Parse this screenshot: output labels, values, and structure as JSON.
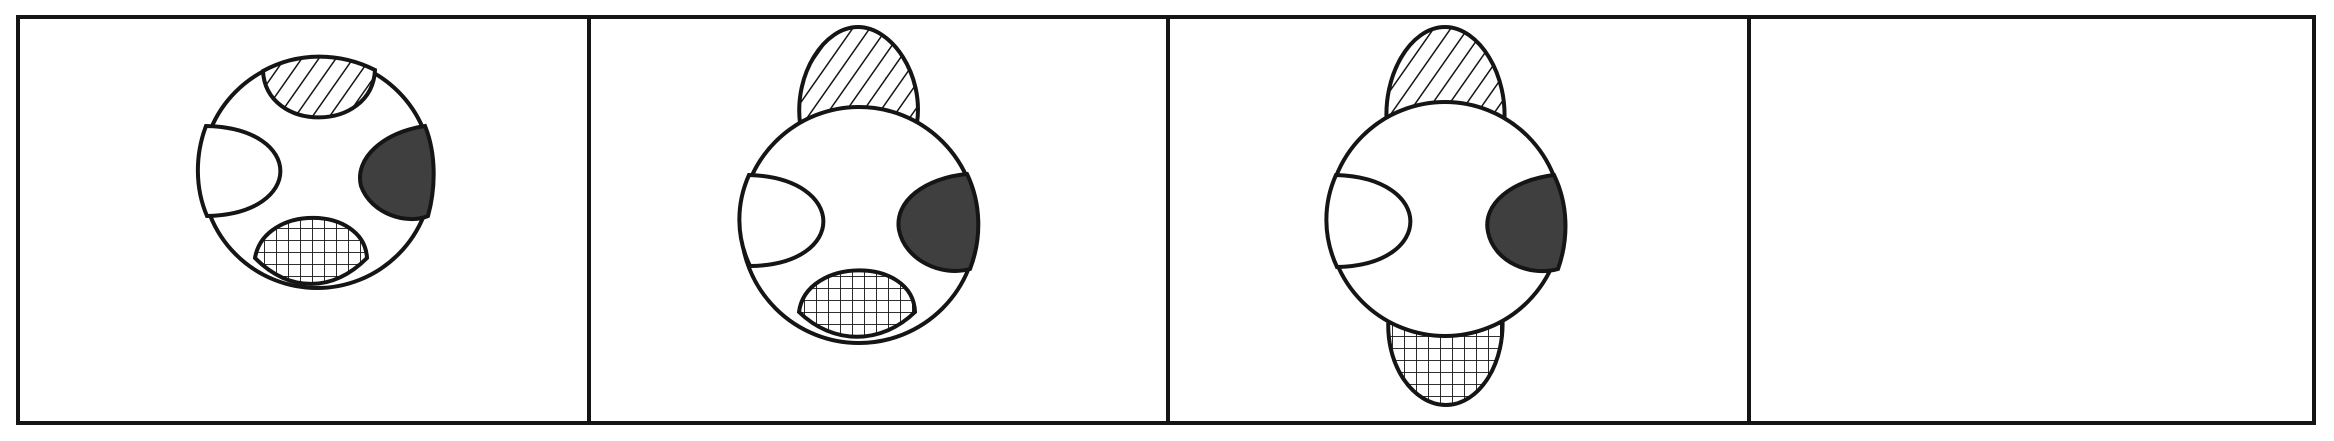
{
  "puzzle": {
    "panel_count": 4,
    "answer_panel": "blank",
    "colors": {
      "line": "#151515",
      "background": "#ffffff",
      "solid_fill": "#3f3f3f"
    },
    "patterns": {
      "hatch": "diagonal-hatch",
      "grid": "crosshatch-grid",
      "solid": "solid-dark",
      "blank": "white"
    },
    "panels": [
      {
        "label": "",
        "shapes": [
          "circle-icon",
          "top-hatched-segment-icon",
          "left-white-segment-icon",
          "right-solid-segment-icon",
          "bottom-grid-segment-icon"
        ]
      },
      {
        "label": "",
        "shapes": [
          "circle-icon",
          "top-hatched-petal-icon",
          "left-white-segment-icon",
          "right-solid-segment-icon",
          "bottom-grid-segment-icon"
        ]
      },
      {
        "label": "",
        "shapes": [
          "circle-icon",
          "top-hatched-petal-icon",
          "left-white-segment-icon",
          "right-solid-segment-icon",
          "bottom-grid-petal-icon"
        ]
      },
      {
        "label": "",
        "shapes": []
      }
    ]
  }
}
